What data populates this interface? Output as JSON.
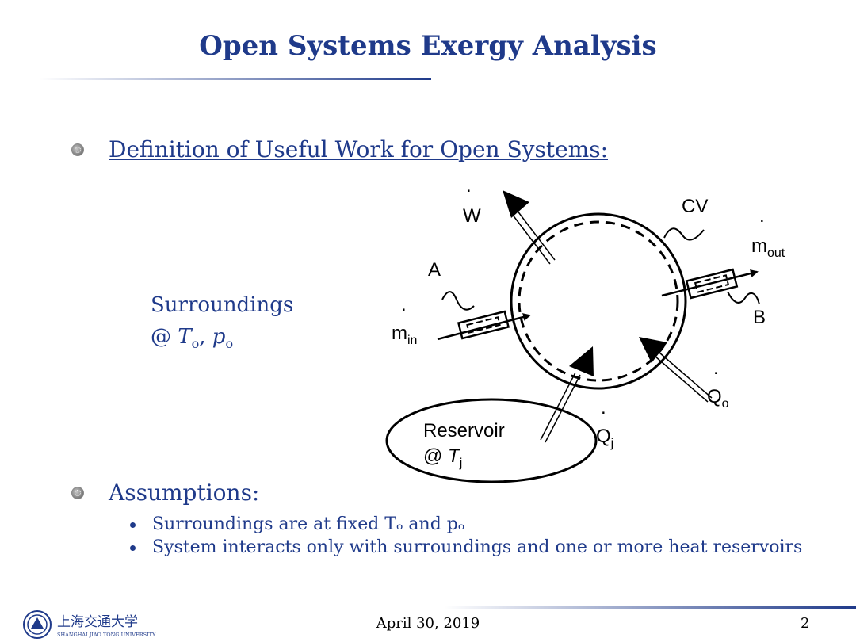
{
  "slide": {
    "title": "Open Systems Exergy Analysis",
    "heading1": "Definition of Useful Work for Open Systems:",
    "surroundings_label": "Surroundings",
    "surroundings_at": "@ ",
    "surroundings_T": "T",
    "surroundings_sub_o": "o",
    "surroundings_comma": ", ",
    "surroundings_p": "p",
    "surroundings_sub_o2": "o",
    "heading2": "Assumptions:",
    "assumptions": [
      "Surroundings are at fixed Tₒ and pₒ",
      "System interacts only with surroundings and one or more heat reservoirs"
    ]
  },
  "diagram": {
    "work_label": "W",
    "cv_label": "CV",
    "m_out_label": "m",
    "m_out_sub": "out",
    "a_label": "A",
    "b_label": "B",
    "m_in_label": "m",
    "m_in_sub": "in",
    "q_o_label": "Q",
    "q_o_sub": "o",
    "q_j_label": "Q",
    "q_j_sub": "j",
    "reservoir_label": "Reservoir",
    "reservoir_at": "@ ",
    "reservoir_T": "T",
    "reservoir_sub": "j"
  },
  "footer": {
    "date": "April 30, 2019",
    "page": "2",
    "university_cn": "上海交通大学",
    "university_en": "SHANGHAI JIAO TONG UNIVERSITY"
  },
  "colors": {
    "accent": "#1f3a8a"
  }
}
